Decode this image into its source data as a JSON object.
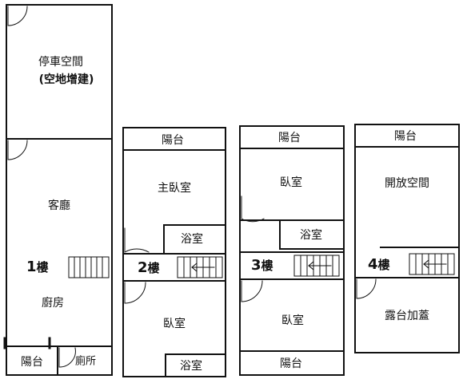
{
  "floors": [
    {
      "id": "1",
      "label": {
        "number": "1",
        "unit": "樓"
      },
      "rooms": {
        "parking_title": "停車空間",
        "parking_note": "(空地增建)",
        "living": "客廳",
        "kitchen": "廚房",
        "balcony": "陽台",
        "toilet": "廁所"
      }
    },
    {
      "id": "2",
      "label": {
        "number": "2",
        "unit": "樓"
      },
      "rooms": {
        "balcony": "陽台",
        "master_bedroom": "主臥室",
        "bathroom_upper": "浴室",
        "bedroom": "臥室",
        "bathroom_lower": "浴室"
      }
    },
    {
      "id": "3",
      "label": {
        "number": "3",
        "unit": "樓"
      },
      "rooms": {
        "balcony_top": "陽台",
        "bedroom_upper": "臥室",
        "bathroom": "浴室",
        "bedroom_lower": "臥室",
        "balcony_bottom": "陽台"
      }
    },
    {
      "id": "4",
      "label": {
        "number": "4",
        "unit": "樓"
      },
      "rooms": {
        "balcony": "陽台",
        "open_space": "開放空間",
        "roof_terrace": "露台加蓋"
      }
    }
  ]
}
